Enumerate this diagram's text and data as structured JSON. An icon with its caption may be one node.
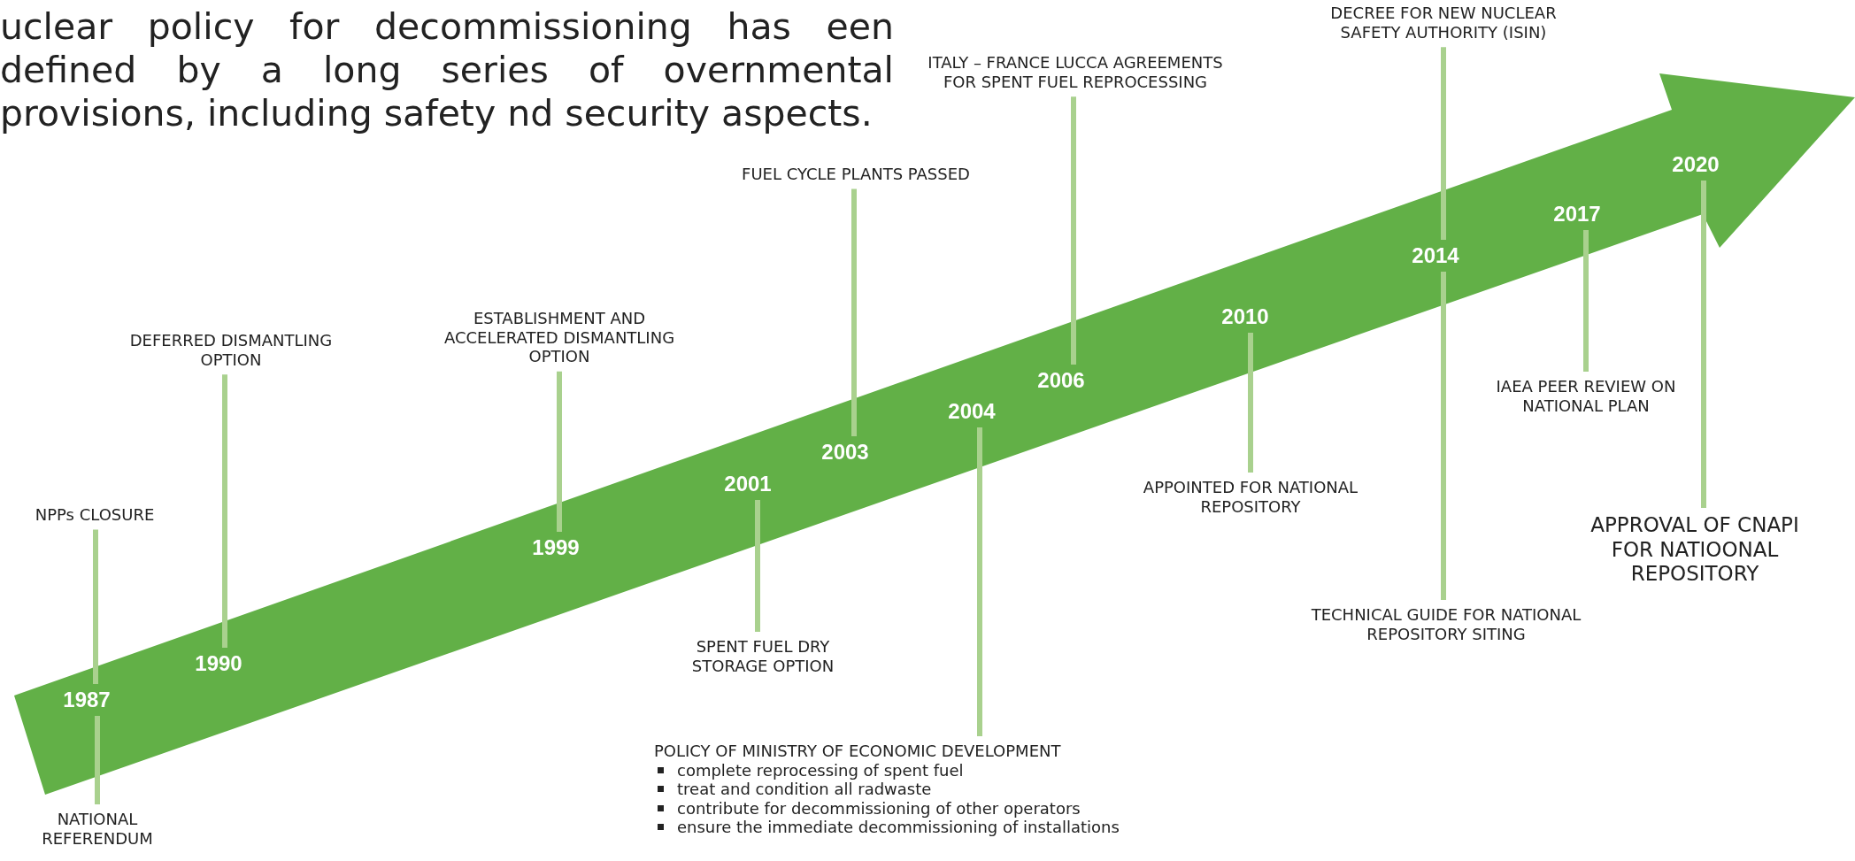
{
  "diagram": {
    "nodes": [
      {
        "text": [],
        "shape": "arrow"
      },
      {
        "text": [
          "1987"
        ],
        "in": 0
      },
      {
        "text": [
          "1990"
        ],
        "in": 0
      },
      {
        "text": [
          "1999"
        ],
        "in": 0
      },
      {
        "text": [
          "2001"
        ],
        "in": 0
      },
      {
        "text": [
          "2003"
        ],
        "in": 0
      },
      {
        "text": [
          "2004"
        ],
        "in": 0
      },
      {
        "text": [
          "2006"
        ],
        "in": 0
      },
      {
        "text": [
          "2010"
        ],
        "in": 0
      },
      {
        "text": [
          "2014"
        ],
        "in": 0
      },
      {
        "text": [
          "2017"
        ],
        "in": 0
      },
      {
        "text": [
          "2020"
        ],
        "in": 0
      },
      {
        "text": [
          "NPPs CLOSURE"
        ]
      },
      {
        "text": [
          "NATIONAL REFERENDUM"
        ]
      },
      {
        "text": [
          "DEFERRED DISMANTLING OPTION"
        ]
      },
      {
        "text": [
          "ESTABLISHMENT AND ACCELERATED DISMANTLING OPTION"
        ]
      },
      {
        "text": [
          "SPENT FUEL DRY STORAGE OPTION"
        ]
      },
      {
        "text": [
          "FUEL CYCLE PLANTS PASSED"
        ]
      },
      {
        "text": [
          "ITALY – FRANCE LUCCA AGREEMENTS FOR SPENT FUEL REPROCESSING"
        ]
      },
      {
        "text": [
          "POLICY OF MINISTRY OF ECONOMIC DEVELOPMENT",
          "complete reprocessing of spent fuel",
          "treat and condition all radwaste",
          "contribute for decommissioning of other operators",
          "ensure the immediate decommissioning of installations"
        ]
      },
      {
        "text": [
          "APPOINTED FOR NATIONAL REPOSITORY"
        ]
      },
      {
        "text": [
          "DECREE FOR NEW NUCLEAR SAFETY AUTHORITY (ISIN)"
        ]
      },
      {
        "text": [
          "TECHNICAL GUIDE FOR NATIONAL REPOSITORY SITING"
        ]
      },
      {
        "text": [
          "IAEA PEER REVIEW ON NATIONAL PLAN"
        ]
      },
      {
        "text": [
          "APPROVAL OF CNAPI FOR NATIOONAL REPOSITORY"
        ]
      }
    ],
    "edges": [
      {
        "from": 12,
        "to": 1,
        "arrow": "none"
      },
      {
        "from": 13,
        "to": 1,
        "arrow": "none"
      },
      {
        "from": 14,
        "to": 2,
        "arrow": "none"
      },
      {
        "from": 15,
        "to": 3,
        "arrow": "none"
      },
      {
        "from": 16,
        "to": 4,
        "arrow": "none"
      },
      {
        "from": 17,
        "to": 5,
        "arrow": "none"
      },
      {
        "from": 19,
        "to": 6,
        "arrow": "none"
      },
      {
        "from": 18,
        "to": 7,
        "arrow": "none"
      },
      {
        "from": 20,
        "to": 8,
        "arrow": "none"
      },
      {
        "from": 21,
        "to": 9,
        "arrow": "none"
      },
      {
        "from": 22,
        "to": 9,
        "arrow": "none"
      },
      {
        "from": 23,
        "to": 10,
        "arrow": "none"
      },
      {
        "from": 24,
        "to": 11,
        "arrow": "none"
      }
    ],
    "labels": [
      "uclear policy for decommissioning has een defined by a long series of overnmental provisions, including safety nd security aspects."
    ]
  }
}
